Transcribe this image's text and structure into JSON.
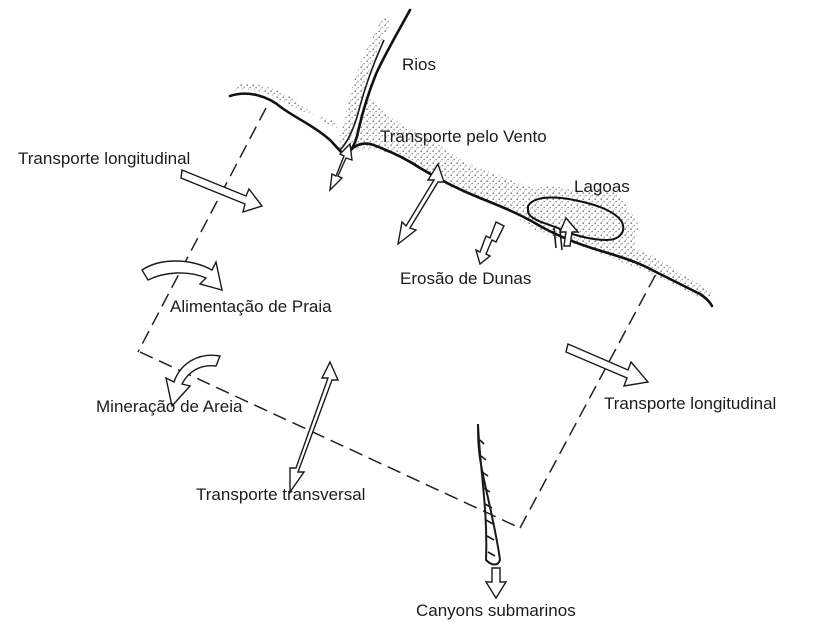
{
  "labels": {
    "rios": "Rios",
    "transporte_vento": "Transporte pelo Vento",
    "lagoas": "Lagoas",
    "transporte_longitudinal_left": "Transporte longitudinal",
    "erosao_dunas": "Erosão de Dunas",
    "alimentacao_praia": "Alimentação de Praia",
    "transporte_longitudinal_right": "Transporte longitudinal",
    "mineracao_areia": "Mineração de Areia",
    "transporte_transversal": "Transporte transversal",
    "canyons_submarinos": "Canyons submarinos"
  },
  "colors": {
    "ink": "#1a1a1a",
    "background": "#ffffff",
    "sand": "#9a9a9a"
  }
}
